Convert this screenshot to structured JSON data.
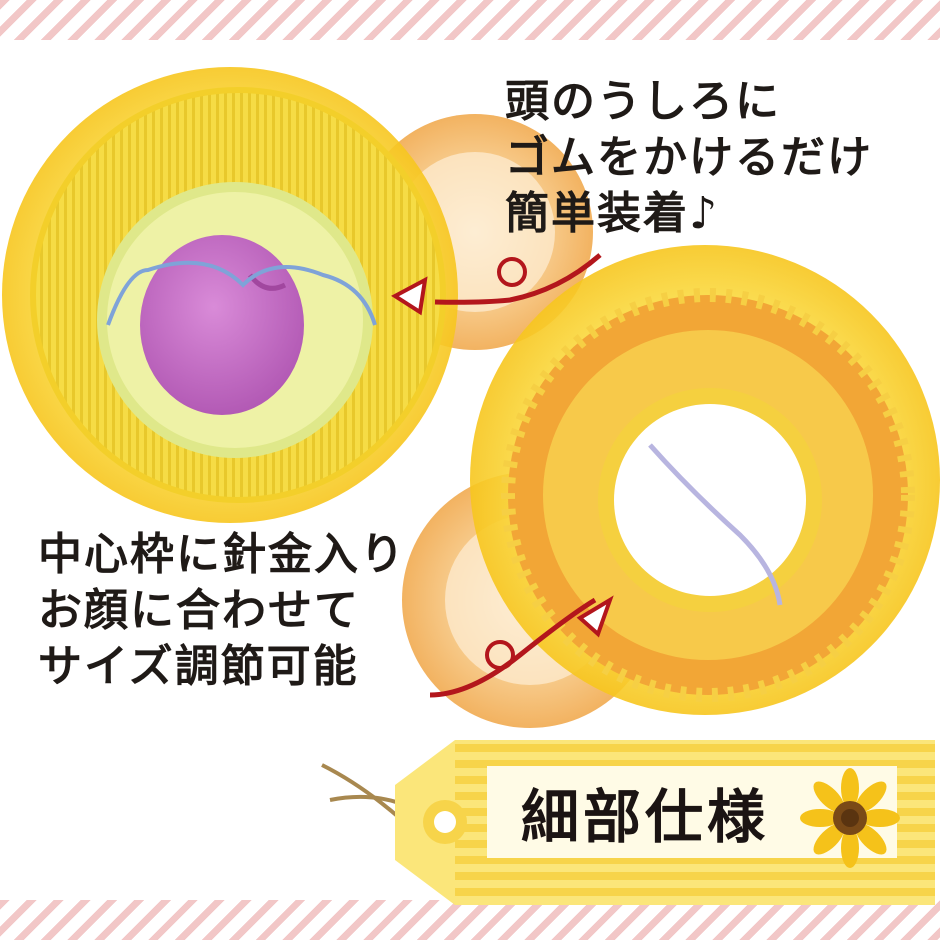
{
  "callout_top": {
    "lines": [
      "頭のうしろに",
      "ゴムをかけるだけ",
      "簡単装着♪"
    ]
  },
  "callout_bottom": {
    "lines": [
      "中心枠に針金入り",
      "お顔に合わせて",
      "サイズ調節可能"
    ]
  },
  "tag": {
    "label": "細部仕様"
  },
  "colors": {
    "stripe": "#f2c7c7",
    "petal_yellow": "#f7d83a",
    "petal_orange": "#f29a3a",
    "face_purple": "#c56cc4",
    "arrow_red": "#b3161c",
    "tag_yellow": "#fbe67a"
  }
}
